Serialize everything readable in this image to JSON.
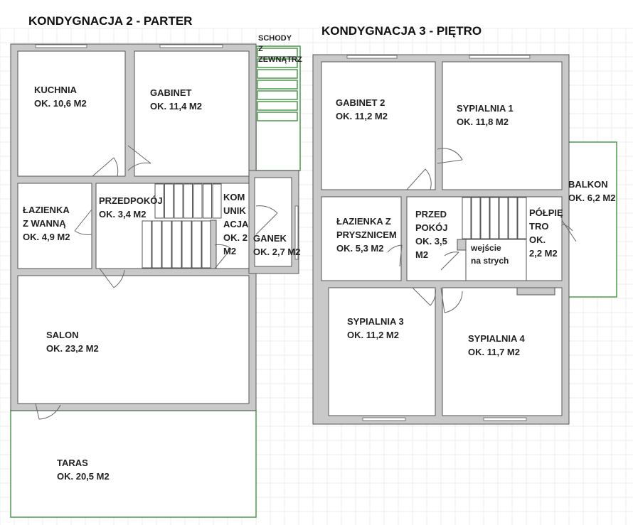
{
  "floors": [
    {
      "title": "KONDYGNACJA 2 - PARTER",
      "rooms": [
        {
          "name": "KUCHNIA",
          "area": "OK. 10,6 M2"
        },
        {
          "name": "GABINET",
          "area": "OK. 11,4 M2"
        },
        {
          "name": "ŁAZIENKA",
          "name2": "Z WANNĄ",
          "area": "OK. 4,9 M2"
        },
        {
          "name": "PRZEDPOKÓJ",
          "area": "OK. 3,4 M2"
        },
        {
          "name": "KOM",
          "name2": "UNIK",
          "name3": "ACJA",
          "area": "OK. 2",
          "area2": "M2"
        },
        {
          "name": "GANEK",
          "area": "OK. 2,7 M2"
        },
        {
          "name": "SALON",
          "area": "OK. 23,2 M2"
        },
        {
          "name": "TARAS",
          "area": "OK. 20,5 M2"
        },
        {
          "name": "SCHODY",
          "name2": "Z",
          "name3": "ZEWNĄTRZ"
        }
      ]
    },
    {
      "title": "KONDYGNACJA 3 - PIĘTRO",
      "rooms": [
        {
          "name": "GABINET 2",
          "area": "OK. 11,2 M2"
        },
        {
          "name": "SYPIALNIA 1",
          "area": "OK. 11,8 M2"
        },
        {
          "name": "BALKON",
          "area": "OK. 6,2 M2"
        },
        {
          "name": "ŁAZIENKA Z",
          "name2": "PRYSZNICEM",
          "area": "OK. 5,3 M2"
        },
        {
          "name": "PRZED",
          "name2": "POKÓJ",
          "area": "OK. 3,5",
          "area2": "M2"
        },
        {
          "name": "wejście",
          "name2": "na strych"
        },
        {
          "name": "PÓŁPIĘ",
          "name2": "TRO",
          "area": "OK.",
          "area2": "2,2 M2"
        },
        {
          "name": "SYPIALNIA 3",
          "area": "OK. 11,2 M2"
        },
        {
          "name": "SYPIALNIA 4",
          "area": "OK. 11,7 M2"
        }
      ]
    }
  ],
  "colors": {
    "wall": "#c9c9c9",
    "outdoor_outline": "#4a9a4a"
  }
}
